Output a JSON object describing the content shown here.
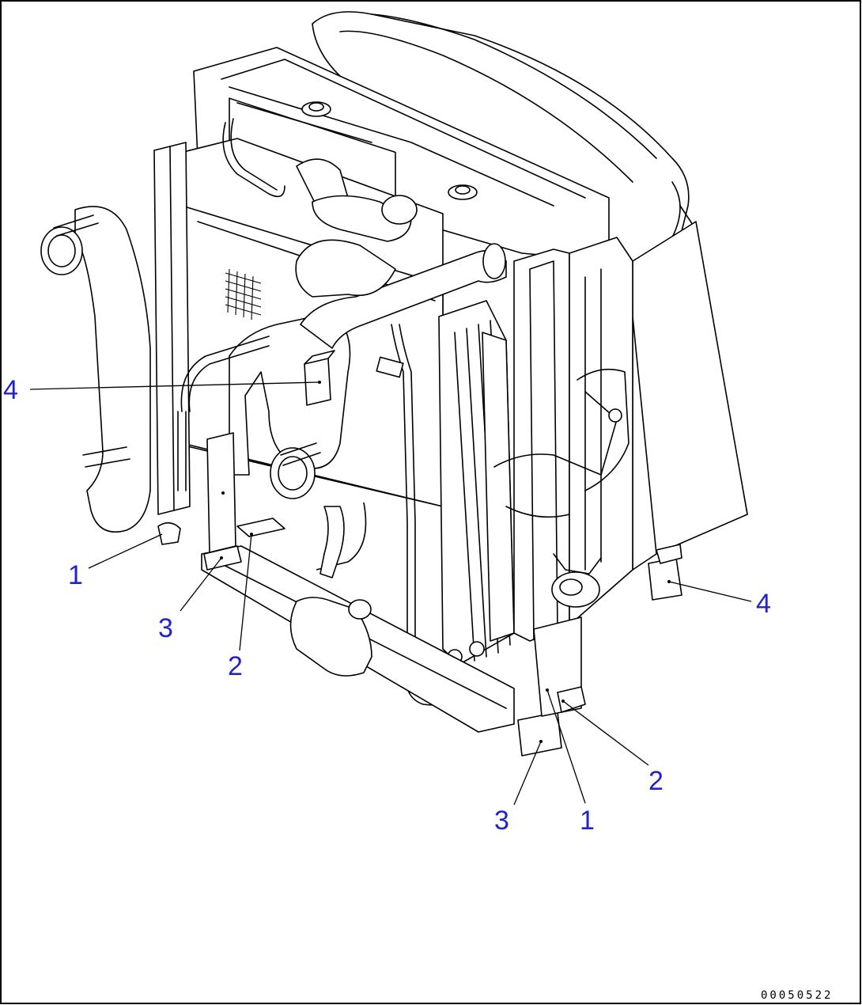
{
  "diagram": {
    "drawing_code": "00050522",
    "callouts": [
      {
        "id": "c4-left",
        "label": "4"
      },
      {
        "id": "c1-left",
        "label": "1"
      },
      {
        "id": "c3-left",
        "label": "3"
      },
      {
        "id": "c2-left",
        "label": "2"
      },
      {
        "id": "c4-right",
        "label": "4"
      },
      {
        "id": "c2-right",
        "label": "2"
      },
      {
        "id": "c3-right",
        "label": "3"
      },
      {
        "id": "c1-right",
        "label": "1"
      }
    ],
    "colors": {
      "callout": "#2323c8",
      "line": "#000000",
      "background": "#ffffff"
    }
  }
}
